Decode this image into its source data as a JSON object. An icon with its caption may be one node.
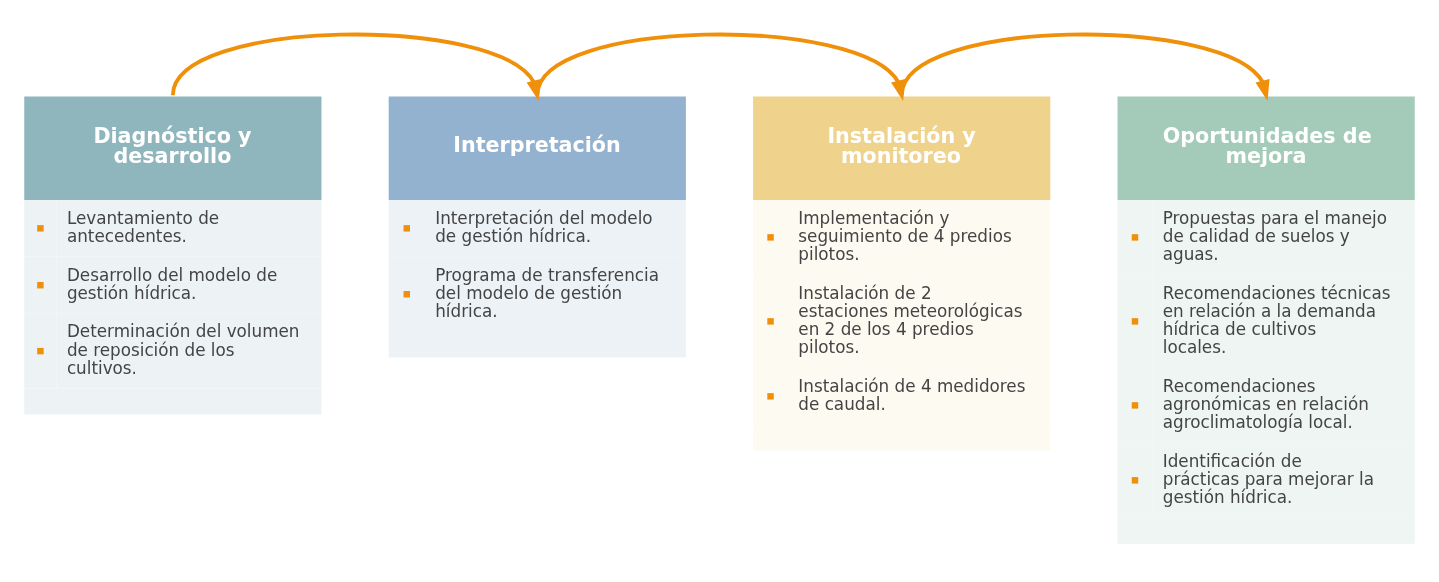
{
  "diagram": {
    "nodes": [
      {
        "text": [
          "Diagnóstico y desarrollo",
          "Levantamiento de antecedentes.",
          "Desarrollo del modelo de gestión hídrica.",
          "Determinación del volumen de reposición de los cultivos."
        ]
      },
      {
        "text": [
          "Interpretación",
          "Interpretación del modelo de gestión hídrica.",
          "Programa de transferencia del modelo de gestión hídrica."
        ]
      },
      {
        "text": [
          "Instalación y monitoreo",
          "Implementación y seguimiento de 4 predios pilotos.",
          "Instalación de 2 estaciones meteorológicas en 2 de los 4 predios pilotos.",
          "Instalación de 4 medidores de caudal."
        ]
      },
      {
        "text": [
          "Oportunidades de mejora",
          "Propuestas para el manejo de calidad de suelos y aguas.",
          "Recomendaciones técnicas en relación a la demanda hídrica de cultivos locales.",
          "Recomendaciones agronómicas en relación agroclimatología local.",
          "Identificación de prácticas para mejorar la gestión hídrica."
        ]
      }
    ],
    "edges": [
      {
        "from": 0,
        "to": 1,
        "arrow": "to"
      },
      {
        "from": 1,
        "to": 2,
        "arrow": "to"
      },
      {
        "from": 2,
        "to": 3,
        "arrow": "to"
      }
    ]
  }
}
